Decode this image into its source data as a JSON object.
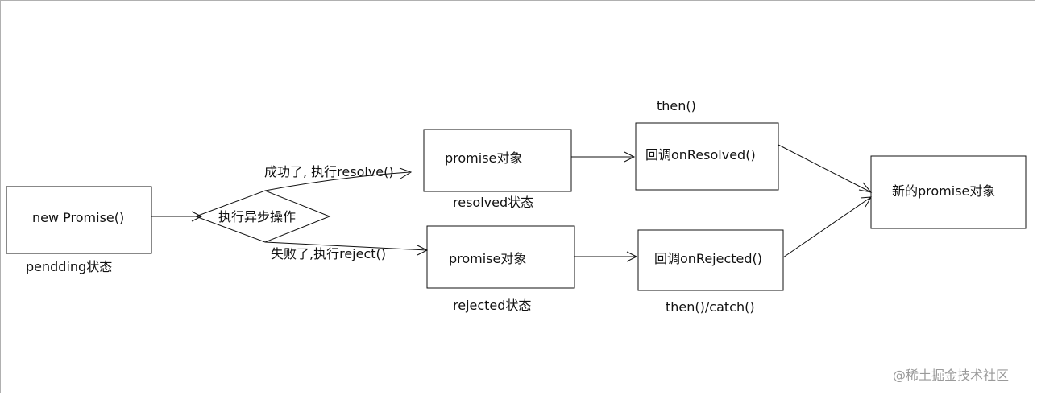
{
  "nodes": {
    "new_promise": {
      "label": "new Promise()",
      "caption": "pendding状态"
    },
    "async_op": {
      "label": "执行异步操作"
    },
    "promise_resolved": {
      "label": "promise对象",
      "caption": "resolved状态"
    },
    "promise_rejected": {
      "label": "promise对象",
      "caption": "rejected状态"
    },
    "on_resolved": {
      "label": "回调onResolved()",
      "caption": "then()"
    },
    "on_rejected": {
      "label": "回调onRejected()",
      "caption": "then()/catch()"
    },
    "new_promise_obj": {
      "label": "新的promise对象"
    }
  },
  "edges": {
    "success": {
      "label": "成功了, 执行resolve()"
    },
    "failure": {
      "label": "失败了,执行reject()"
    }
  },
  "watermark": "@稀土掘金技术社区"
}
